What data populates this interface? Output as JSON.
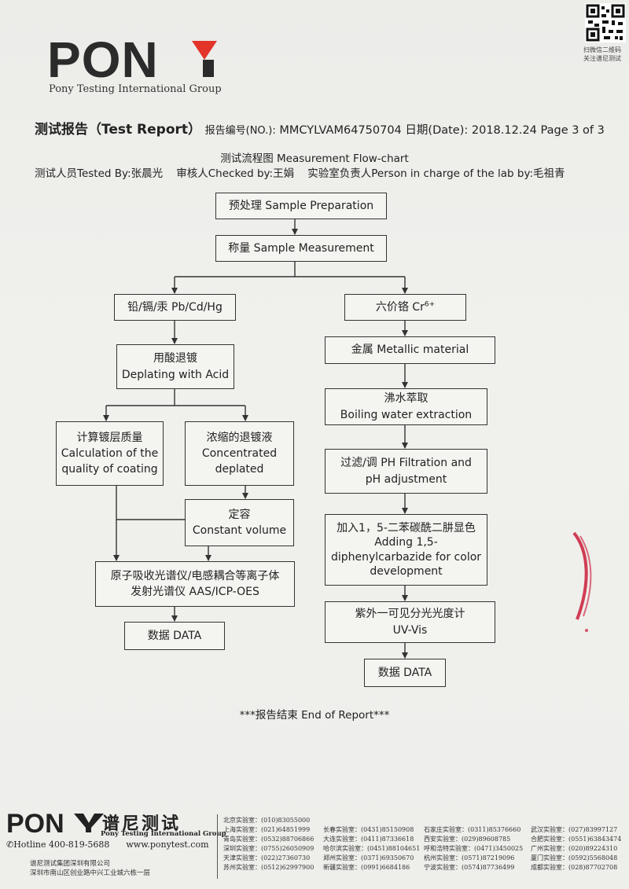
{
  "header": {
    "logo_text": "PONY",
    "company": "Pony Testing International Group",
    "qr_caption_line1": "扫微信二维码",
    "qr_caption_line2": "关注谱尼测试"
  },
  "report": {
    "title_cn": "测试报告（",
    "title_en": "Test Report",
    "title_close": "）",
    "number_label": "报告编号(NO.):",
    "number": "MMCYLVAM64750704",
    "date_label": "日期(Date):",
    "date": "2018.12.24",
    "page": "Page 3 of 3",
    "flowchart_title": "测试流程图 Measurement Flow-chart",
    "tested_by_label": "测试人员Tested By:",
    "tested_by": "张晨光",
    "checked_by_label": "审核人Checked by:",
    "checked_by": "王娟",
    "lab_person_label": "实验室负责人Person in charge of the lab by:",
    "lab_person": "毛祖青"
  },
  "flow": {
    "sample_prep": "预处理 Sample Preparation",
    "sample_measure": "称量 Sample Measurement",
    "left_branch": "铅/镉/汞 Pb/Cd/Hg",
    "right_branch_prefix": "六价铬 Cr",
    "right_branch_sup": "6+",
    "deplating_cn": "用酸退镀",
    "deplating_en": "Deplating with  Acid",
    "calc_cn": "计算镀层质量",
    "calc_en1": "Calculation of the",
    "calc_en2": "quality of coating",
    "conc_cn": "浓缩的退镀液",
    "conc_en1": "Concentrated",
    "conc_en2": "deplated",
    "const_cn": "定容",
    "const_en": "Constant volume",
    "aas_line1": "原子吸收光谱仪/电感耦合等离子体",
    "aas_line2": "发射光谱仪 AAS/ICP-OES",
    "data_left": "数据 DATA",
    "metallic": "金属 Metallic material",
    "boil_cn": "沸水萃取",
    "boil_en": "Boiling water extraction",
    "filt_line1": "过滤/调 PH Filtration and",
    "filt_line2": "pH adjustment",
    "add_line1": "加入1，5-二苯碳酰二肼显色",
    "add_line2": "Adding 1,5-",
    "add_line3": "diphenylcarbazide for color",
    "add_line4": "development",
    "uv_cn": "紫外一可见分光光度计",
    "uv_en": "UV-Vis",
    "data_right": "数据 DATA"
  },
  "end_text": "***报告结束 End of Report***",
  "footer": {
    "logo_text": "PONY",
    "brand_cn": "谱尼测试",
    "brand_en": "Pony Testing International Group",
    "hotline": "Hotline 400-819-5688",
    "website": "www.ponytest.com",
    "group_cn": "谱尼测试集团深圳有限公司",
    "address_cn": "深圳市南山区创业路中兴工业城六栋一层",
    "labs": [
      [
        "北京实验室：(010)83055000"
      ],
      [
        "上海实验室：(021)64851999",
        "长春实验室：(0431)85150908",
        "石家庄实验室：(0311)85376660",
        "武汉实验室：(027)83997127"
      ],
      [
        "青岛实验室：(0532)88706866",
        "大连实验室：(0411)87336618",
        "西安实验室：(029)89608785",
        "合肥实验室：(0551)63843474"
      ],
      [
        "深圳实验室：(0755)26050909",
        "哈尔滨实验室：(0451)88104651",
        "呼和浩特实验室：(0471)3450025",
        "广州实验室：(020)89224310"
      ],
      [
        "天津实验室：(022)27360730",
        "郑州实验室：(0371)69350670",
        "杭州实验室：(0571)87219096",
        "厦门实验室：(0592)5568048"
      ],
      [
        "苏州实验室：(0512)62997900",
        "新疆实验室：(0991)6684186",
        "宁波实验室：(0574)87736499",
        "成都实验室：(028)87702708"
      ]
    ]
  },
  "colors": {
    "logo_red": "#e3342a",
    "stamp_red": "#c8102e"
  }
}
